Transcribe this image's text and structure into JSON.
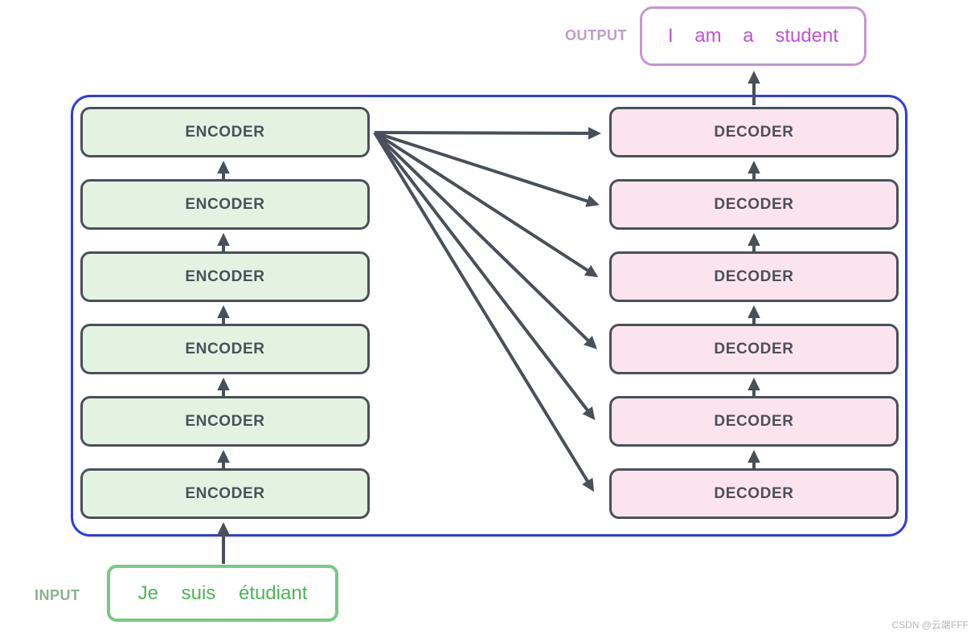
{
  "diagram": {
    "title_hint": "transformer-encoder-decoder-stack",
    "encoders": [
      {
        "label": "ENCODER"
      },
      {
        "label": "ENCODER"
      },
      {
        "label": "ENCODER"
      },
      {
        "label": "ENCODER"
      },
      {
        "label": "ENCODER"
      },
      {
        "label": "ENCODER"
      }
    ],
    "decoders": [
      {
        "label": "DECODER"
      },
      {
        "label": "DECODER"
      },
      {
        "label": "DECODER"
      },
      {
        "label": "DECODER"
      },
      {
        "label": "DECODER"
      },
      {
        "label": "DECODER"
      }
    ],
    "output": {
      "label": "OUTPUT",
      "text": "I am a student"
    },
    "input": {
      "label": "INPUT",
      "text": "Je suis étudiant"
    },
    "watermark": "CSDN @云端FFF",
    "colors": {
      "container_border": "#2b3bf0",
      "block_border_and_text": "#4a5059",
      "encoder_fill": "#e4f2e2",
      "decoder_fill": "#fce4ee",
      "output_border": "#c794d3",
      "output_text": "#c250d6",
      "output_label": "#c09bcc",
      "input_border": "#7ac885",
      "input_text": "#4ab554",
      "input_label": "#87b191",
      "arrow": "#4a5059",
      "watermark": "#b5b5b5"
    }
  }
}
